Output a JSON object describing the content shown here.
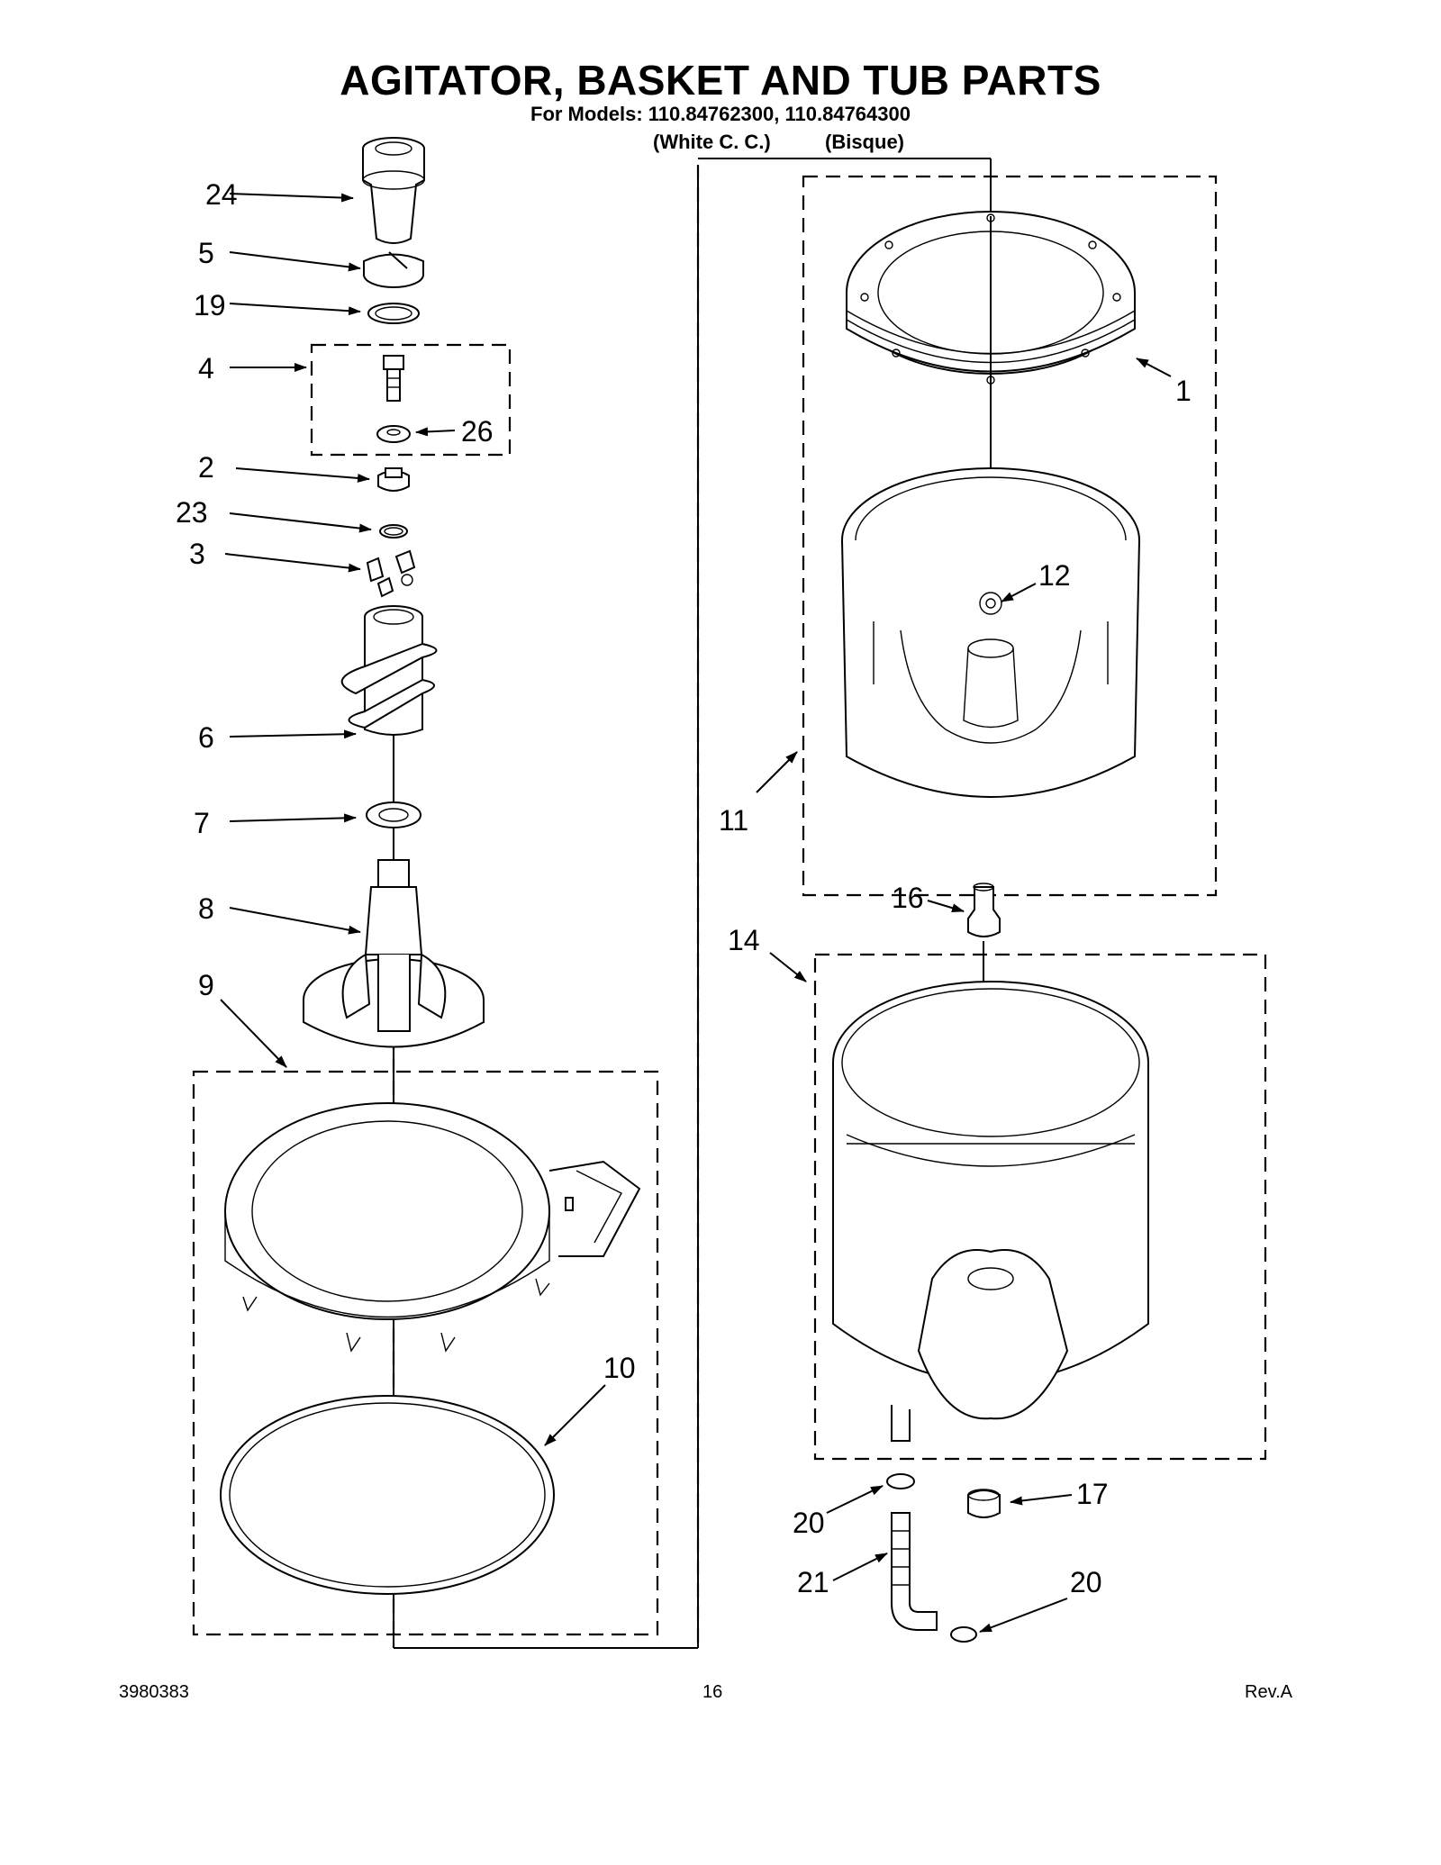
{
  "header": {
    "title": "AGITATOR, BASKET AND TUB PARTS",
    "subtitle": "For Models: 110.84762300, 110.84764300",
    "variant_white": "(White C. C.)",
    "variant_bisque": "(Bisque)"
  },
  "callouts": {
    "c24": "24",
    "c5": "5",
    "c19": "19",
    "c4": "4",
    "c26": "26",
    "c2": "2",
    "c23": "23",
    "c3": "3",
    "c6": "6",
    "c7": "7",
    "c8": "8",
    "c9": "9",
    "c10": "10",
    "c1": "1",
    "c12": "12",
    "c11": "11",
    "c16": "16",
    "c14": "14",
    "c17": "17",
    "c20a": "20",
    "c21": "21",
    "c20b": "20"
  },
  "footer": {
    "doc_number": "3980383",
    "page_number": "16",
    "revision": "Rev.A"
  }
}
